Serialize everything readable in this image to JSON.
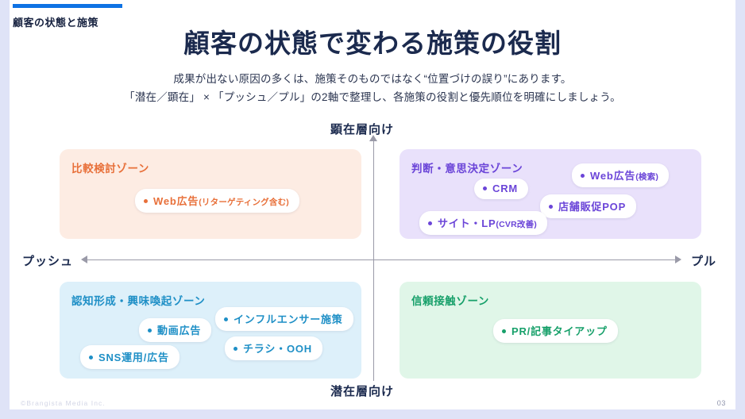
{
  "header": {
    "kicker": "顧客の状態と施策",
    "accent_color": "#0e72e4",
    "title": "顧客の状態で変わる施策の役割",
    "subtitle_line1": "成果が出ない原因の多くは、施策そのものではなく“位置づけの誤り”にあります。",
    "subtitle_line2": "「潜在／顕在」 × 「プッシュ／プル」の2軸で整理し、各施策の役割と優先順位を明確にしましょう。"
  },
  "axes": {
    "top_label": "顕在層向け",
    "bottom_label": "潜在層向け",
    "left_label": "プッシュ",
    "right_label": "プル",
    "line_color": "#9a9aa8"
  },
  "quadrants": {
    "top_left": {
      "title": "比較検討ゾーン",
      "bg": "#fdece3",
      "accent": "#e8703a",
      "items": [
        {
          "label": "Web広告",
          "note": "(リターゲティング含む)"
        }
      ]
    },
    "top_right": {
      "title": "判断・意思決定ゾーン",
      "bg": "#e9e1fb",
      "accent": "#6b45d8",
      "items": [
        {
          "label": "CRM",
          "note": ""
        },
        {
          "label": "Web広告",
          "note": "(検索)"
        },
        {
          "label": "店舗販促POP",
          "note": ""
        },
        {
          "label": "サイト・LP",
          "note": "(CVR改善)"
        }
      ]
    },
    "bottom_left": {
      "title": "認知形成・興味喚起ゾーン",
      "bg": "#ddf0fa",
      "accent": "#1e8fc6",
      "items": [
        {
          "label": "動画広告",
          "note": ""
        },
        {
          "label": "インフルエンサー施策",
          "note": ""
        },
        {
          "label": "チラシ・OOH",
          "note": ""
        },
        {
          "label": "SNS運用/広告",
          "note": ""
        }
      ]
    },
    "bottom_right": {
      "title": "信頼接触ゾーン",
      "bg": "#e0f6e8",
      "accent": "#17a06a",
      "items": [
        {
          "label": "PR/記事タイアップ",
          "note": ""
        }
      ]
    }
  },
  "footer": {
    "copyright": "©Brangista Media Inc.",
    "page_number": "03"
  }
}
